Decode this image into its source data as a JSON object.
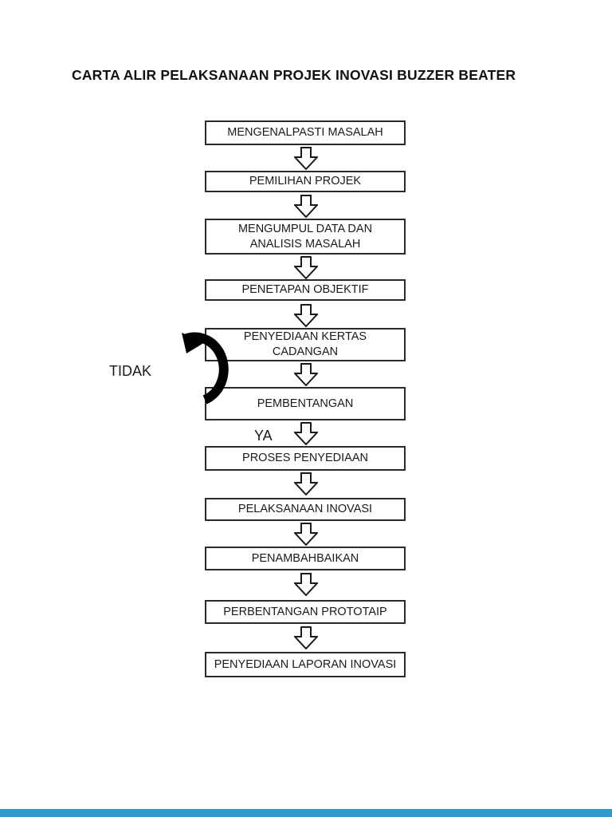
{
  "title": "CARTA ALIR PELAKSANAAN PROJEK INOVASI BUZZER BEATER",
  "flowchart": {
    "steps": [
      {
        "lines": [
          "MENGENALPASTI MASALAH"
        ]
      },
      {
        "lines": [
          "PEMILIHAN PROJEK"
        ]
      },
      {
        "lines": [
          "MENGUMPUL DATA DAN",
          "ANALISIS MASALAH"
        ]
      },
      {
        "lines": [
          "PENETAPAN OBJEKTIF"
        ]
      },
      {
        "lines": [
          "PENYEDIAAN KERTAS",
          "CADANGAN"
        ]
      },
      {
        "lines": [
          "PEMBENTANGAN"
        ]
      },
      {
        "lines": [
          "PROSES PENYEDIAAN"
        ]
      },
      {
        "lines": [
          "PELAKSANAAN INOVASI"
        ]
      },
      {
        "lines": [
          "PENAMBAHBAIKAN"
        ]
      },
      {
        "lines": [
          "PERBENTANGAN PROTOTAIP"
        ]
      },
      {
        "lines": [
          "PENYEDIAAN LAPORAN INOVASI"
        ]
      }
    ],
    "decision": {
      "no_label": "TIDAK",
      "yes_label": "YA"
    }
  },
  "icons": {
    "down_arrow": "hollow-block-arrow-down",
    "loop_arrow": "thick-curved-loop-back-arrow"
  },
  "colors": {
    "ink": "#1a1a1a",
    "box_border": "#2a2a2a",
    "background": "#ffffff",
    "footer_bar": "#3399cc"
  }
}
